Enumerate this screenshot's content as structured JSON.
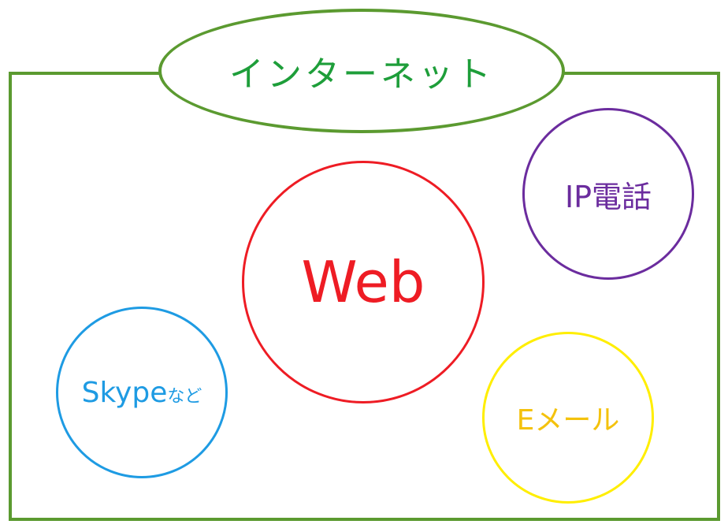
{
  "title": "インターネット",
  "items": {
    "web": "Web",
    "ip_phone": "IP電話",
    "skype_main": "Skype",
    "skype_suffix": "など",
    "email": "Eメール"
  },
  "colors": {
    "frame": "#5b9a30",
    "title_text": "#1e9e3a",
    "web": "#ee1c24",
    "ip_phone": "#6b2c9e",
    "skype": "#1e9be3",
    "email_border": "#ffee00",
    "email_text": "#f4c20d"
  }
}
